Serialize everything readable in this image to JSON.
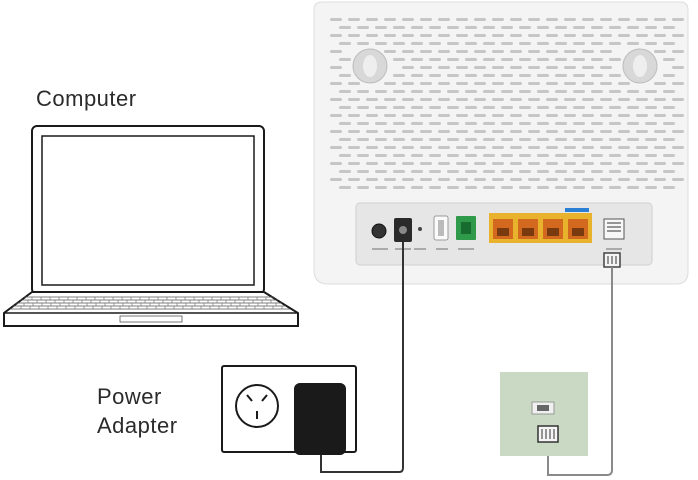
{
  "labels": {
    "computer": "Computer",
    "power_line1": "Power",
    "power_line2": "Adapter"
  },
  "colors": {
    "outline": "#1a1a1a",
    "router_body": "#f4f4f4",
    "router_panel": "#e6e6e6",
    "lan_port_bg": "#e8b22c",
    "lan_port_inner": "#d2691e",
    "wan_port": "#2e9a4a",
    "band_blue": "#2a7fd4",
    "phone_cable": "#8a8a8a",
    "power_cable": "#333333",
    "wall_socket": "#c9d9c4"
  },
  "icons": [
    "laptop-icon",
    "router-icon",
    "power-outlet-icon",
    "power-adapter-icon",
    "phone-wall-socket-icon"
  ]
}
